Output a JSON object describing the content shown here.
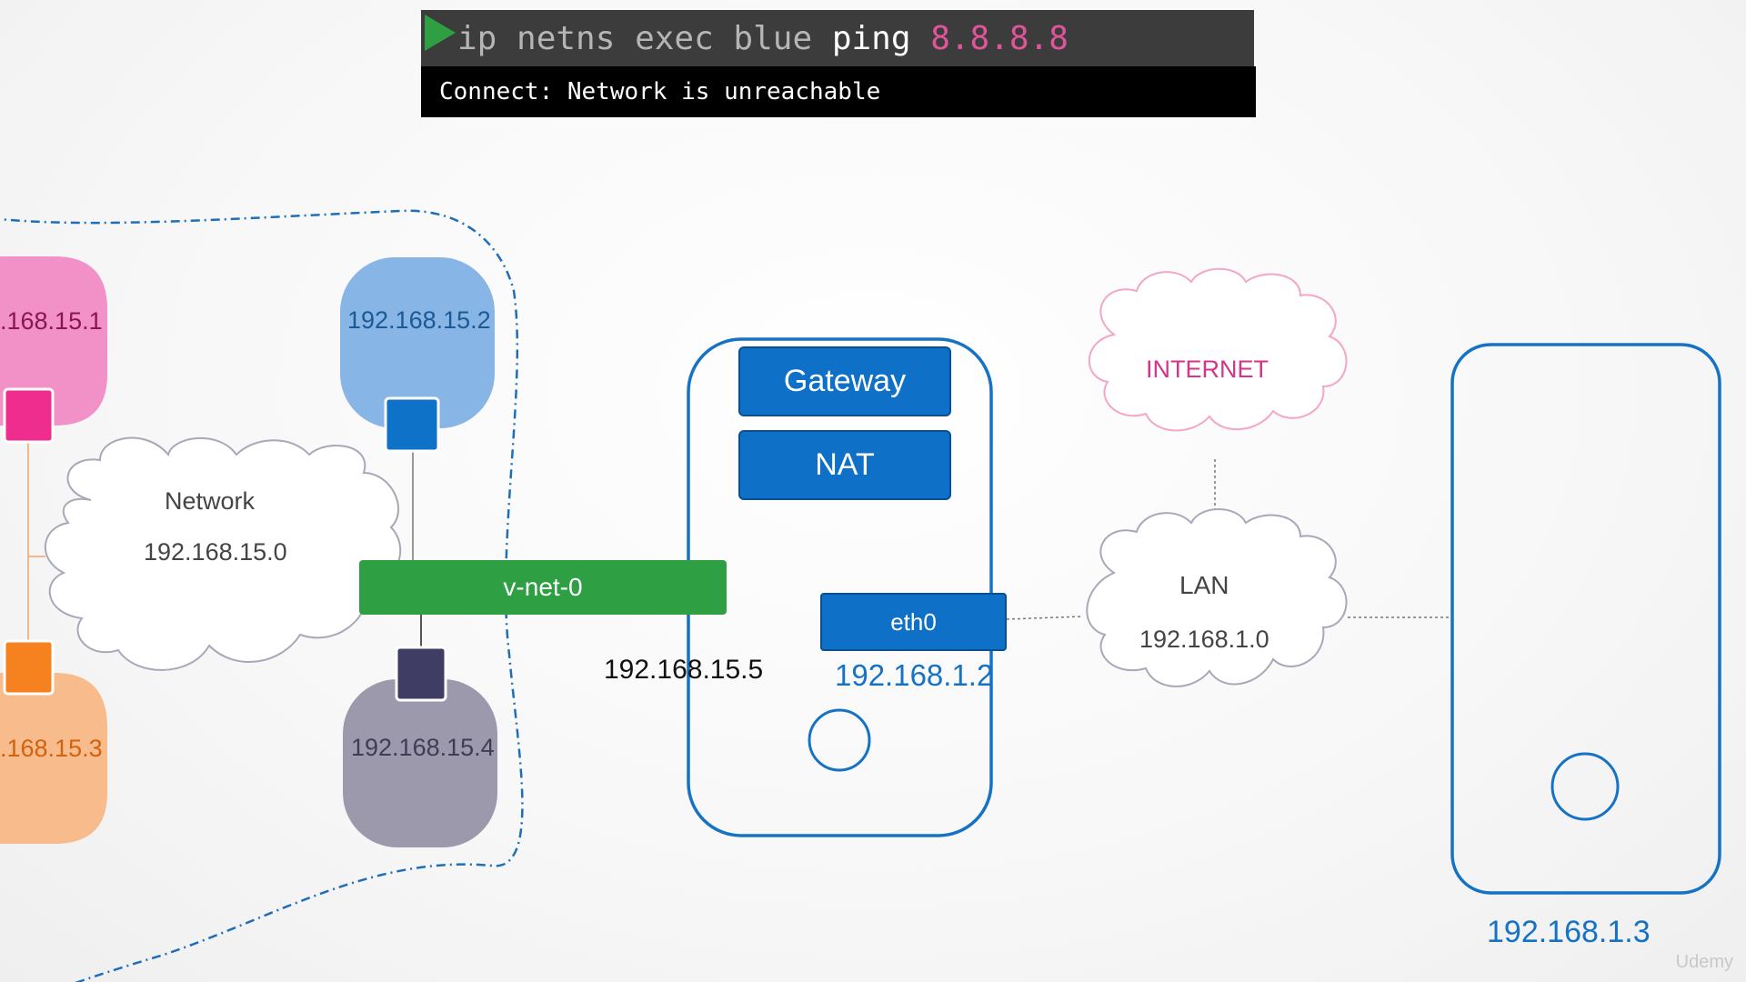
{
  "terminal": {
    "cmd_prefix": "ip netns exec blue ",
    "cmd_verb": "ping",
    "cmd_target": "8.8.8.8",
    "output": "Connect: Network is unreachable"
  },
  "namespaces": {
    "pink_ip": ".168.15.1",
    "blue_ip": "192.168.15.2",
    "orange_ip": ".168.15.3",
    "gray_ip": "192.168.15.4"
  },
  "network_cloud": {
    "title": "Network",
    "address": "192.168.15.0"
  },
  "bridge": {
    "label": "v-net-0",
    "ip": "192.168.15.5"
  },
  "host": {
    "gateway_label": "Gateway",
    "nat_label": "NAT",
    "eth_label": "eth0",
    "eth_ip": "192.168.1.2"
  },
  "internet_cloud": {
    "label": "INTERNET"
  },
  "lan_cloud": {
    "title": "LAN",
    "address": "192.168.1.0"
  },
  "remote_host": {
    "ip": "192.168.1.3"
  },
  "watermark": "Udemy",
  "colors": {
    "pink": "#f291c8",
    "pink_port": "#ee2d8e",
    "blue": "#87b5e5",
    "blue_port": "#0f72c9",
    "orange": "#f8bc8c",
    "orange_port": "#f5821f",
    "gray": "#9c99ad",
    "gray_port": "#3f3d64",
    "bridge": "#2ea043",
    "host_blue": "#0e70c6"
  }
}
